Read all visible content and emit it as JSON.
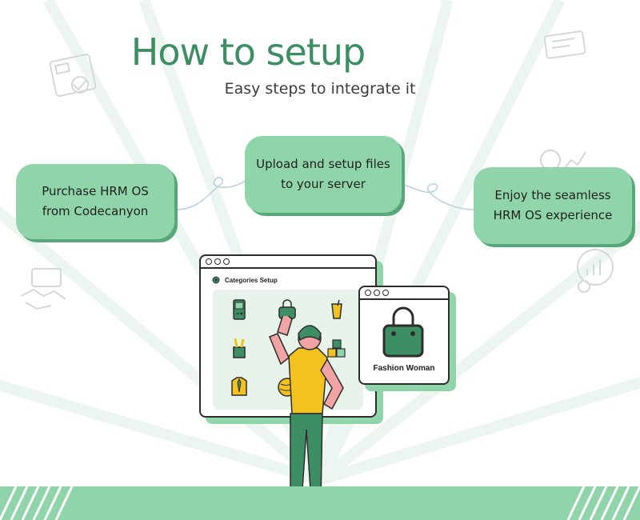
{
  "title": "How to setup",
  "subtitle": "Easy steps to integrate it",
  "steps": [
    {
      "line1": "Purchase HRM OS",
      "line2": "from Codecanyon"
    },
    {
      "line1": "Upload and setup files",
      "line2": "to your server"
    },
    {
      "line1": "Enjoy the seamless",
      "line2": "HRM OS experience"
    }
  ],
  "window": {
    "header": "Categories Setup"
  },
  "popup": {
    "label": "Fashion Woman"
  },
  "colors": {
    "accent": "#3d8f63",
    "card": "#8fd5a9",
    "dark": "#2d2d2d",
    "panel": "#e6f2ea",
    "shirt": "#f4c21f"
  },
  "icons": [
    "game-console-icon",
    "handbag-icon",
    "juice-icon",
    "art-supplies-icon",
    "toy-blocks-icon",
    "shirt-tie-icon",
    "yarn-ball-icon",
    "gear-icon"
  ]
}
